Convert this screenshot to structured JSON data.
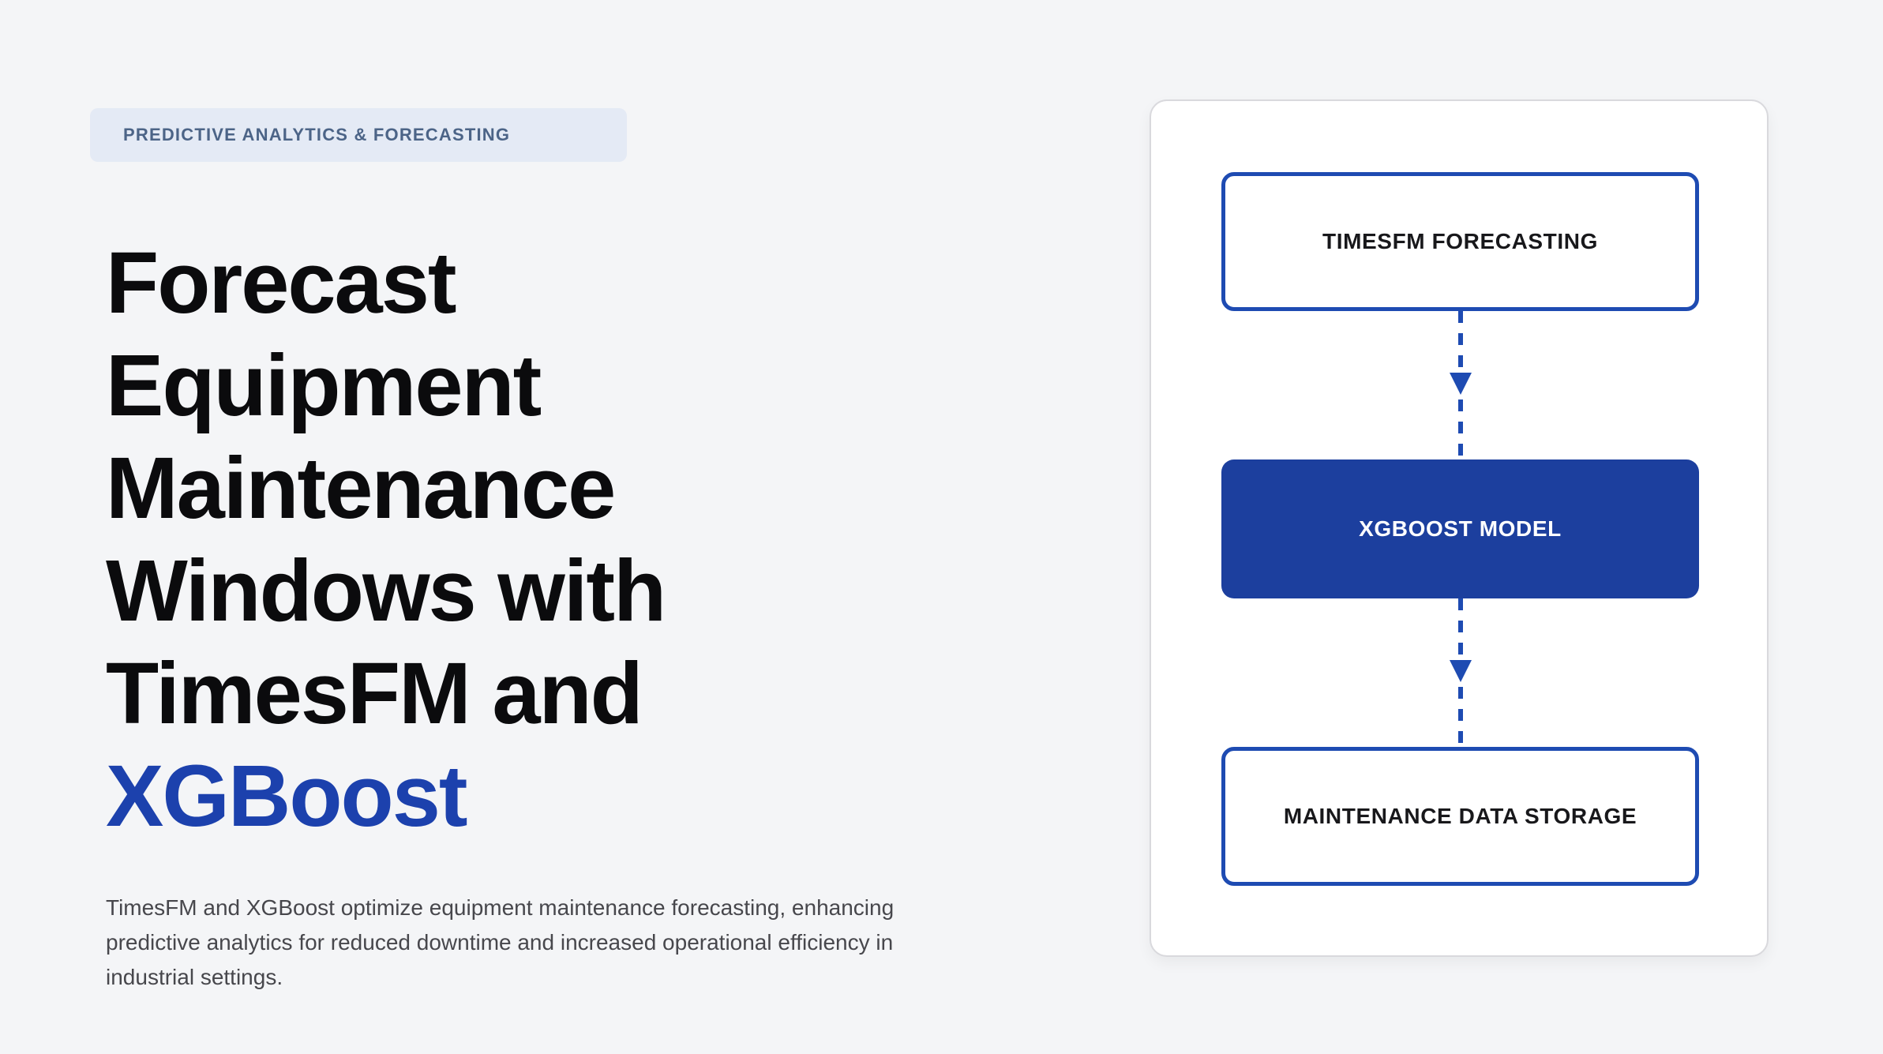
{
  "page": {
    "background": "#f4f5f7"
  },
  "colors": {
    "accent": "#1e4bb2",
    "node_fill": "#1c3f9e",
    "highlight": "#1c41ad",
    "badge_bg": "#e4eaf5",
    "badge_text": "#4c6487",
    "heading_text": "#0b0b0d",
    "body_text": "#47474c",
    "card_bg": "#ffffff",
    "card_border": "#d9d9dd"
  },
  "hero": {
    "badge_label": "PREDICTIVE ANALYTICS & FORECASTING",
    "title_lines": [
      "Forecast",
      "Equipment",
      "Maintenance",
      "Windows with",
      "TimesFM and"
    ],
    "title_highlight": "XGBoost",
    "description": "TimesFM and XGBoost optimize equipment maintenance forecasting, enhancing predictive analytics for reduced downtime and increased operational efficiency in industrial settings."
  },
  "diagram": {
    "nodes": [
      {
        "label": "TIMESFM FORECASTING",
        "variant": "outline"
      },
      {
        "label": "XGBOOST MODEL",
        "variant": "filled"
      },
      {
        "label": "MAINTENANCE DATA STORAGE",
        "variant": "outline"
      }
    ],
    "connector_icon": "dashed-arrow-down"
  }
}
